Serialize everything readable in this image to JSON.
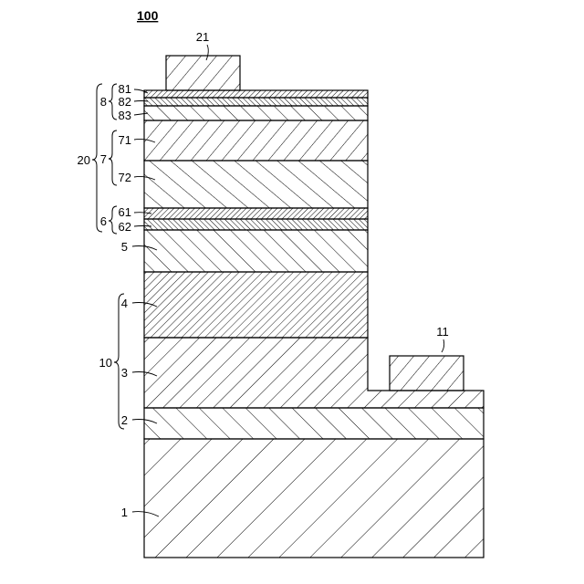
{
  "figure_label": "100",
  "layer_numbers": {
    "n1": "1",
    "n2": "2",
    "n3": "3",
    "n4": "4",
    "n5": "5",
    "n61": "61",
    "n62": "62",
    "n71": "71",
    "n72": "72",
    "n81": "81",
    "n82": "82",
    "n83": "83",
    "n11": "11",
    "n21": "21"
  },
  "group_labels": {
    "g6": "6",
    "g7": "7",
    "g8": "8",
    "g10": "10",
    "g20": "20"
  }
}
